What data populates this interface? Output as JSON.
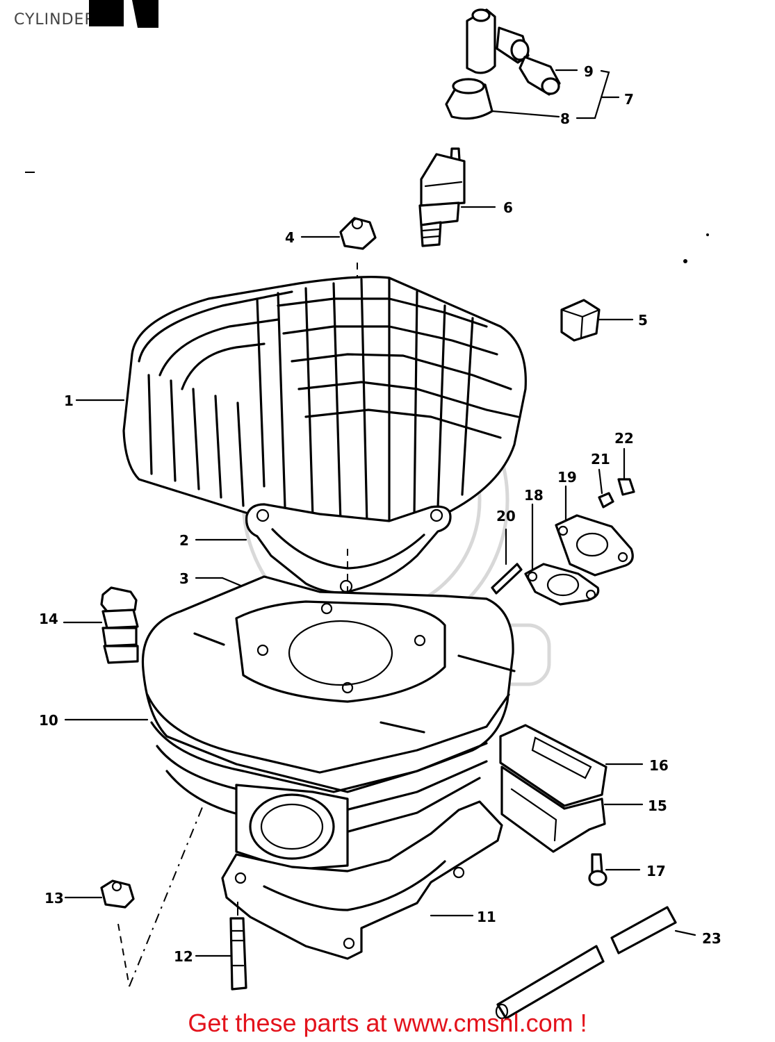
{
  "page": {
    "title": "CYLINDER",
    "footer": "Get these parts at www.cmsnl.com !"
  },
  "callouts": [
    {
      "id": "1",
      "label": "1"
    },
    {
      "id": "2",
      "label": "2"
    },
    {
      "id": "3",
      "label": "3"
    },
    {
      "id": "4",
      "label": "4"
    },
    {
      "id": "5",
      "label": "5"
    },
    {
      "id": "6",
      "label": "6"
    },
    {
      "id": "7",
      "label": "7"
    },
    {
      "id": "8",
      "label": "8"
    },
    {
      "id": "9",
      "label": "9"
    },
    {
      "id": "10",
      "label": "10"
    },
    {
      "id": "11",
      "label": "11"
    },
    {
      "id": "12",
      "label": "12"
    },
    {
      "id": "13",
      "label": "13"
    },
    {
      "id": "14",
      "label": "14"
    },
    {
      "id": "15",
      "label": "15"
    },
    {
      "id": "16",
      "label": "16"
    },
    {
      "id": "17",
      "label": "17"
    },
    {
      "id": "18",
      "label": "18"
    },
    {
      "id": "19",
      "label": "19"
    },
    {
      "id": "20",
      "label": "20"
    },
    {
      "id": "21",
      "label": "21"
    },
    {
      "id": "22",
      "label": "22"
    },
    {
      "id": "23",
      "label": "23"
    }
  ],
  "colors": {
    "line": "#000000",
    "footer": "#e3121b",
    "watermark": "#cfcfcf",
    "background": "#ffffff"
  },
  "icons": [
    "cmsnl-watermark-logo"
  ]
}
